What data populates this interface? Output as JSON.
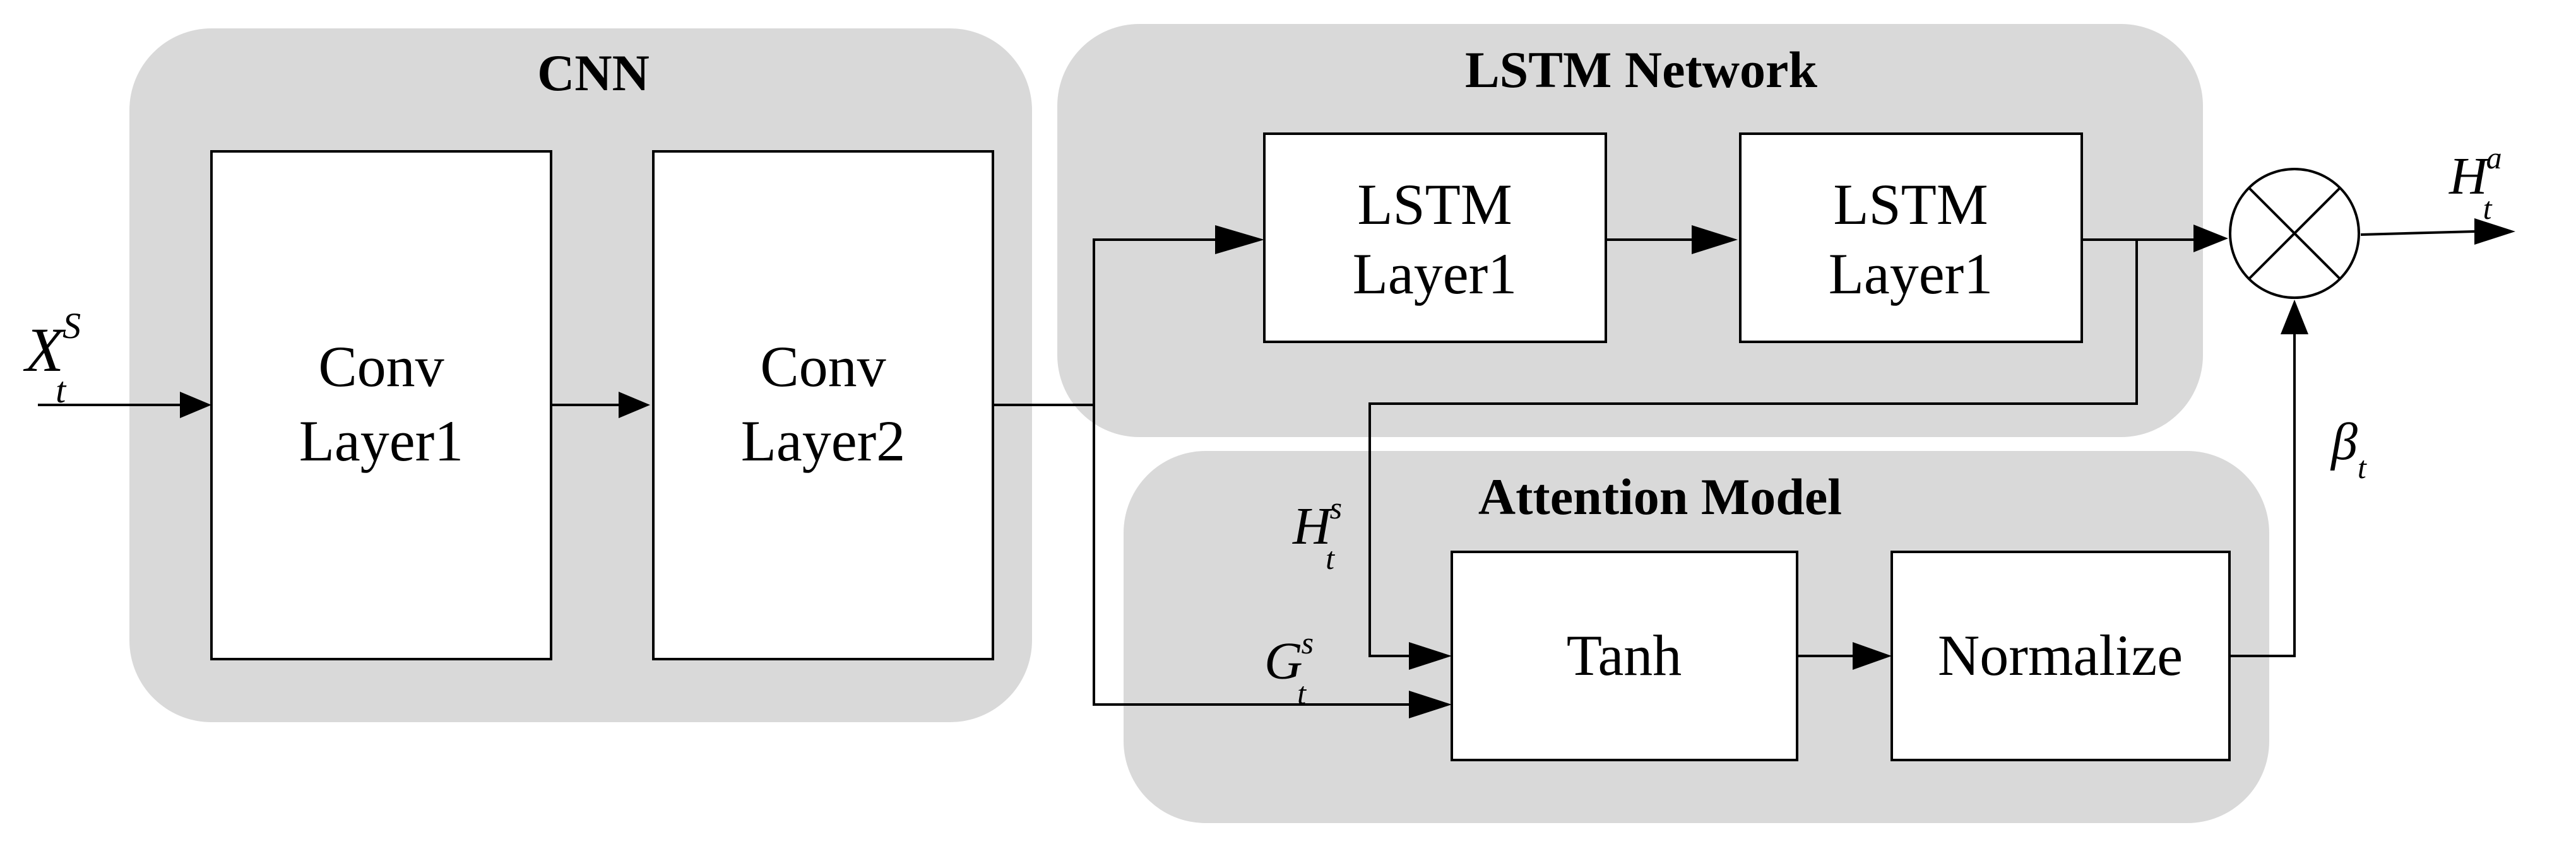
{
  "groups": {
    "cnn": "CNN",
    "lstm": "LSTM Network",
    "attention": "Attention Model"
  },
  "blocks": {
    "conv1": [
      "Conv",
      "Layer1"
    ],
    "conv2": [
      "Conv",
      "Layer2"
    ],
    "lstm1": [
      "LSTM",
      "Layer1"
    ],
    "lstm2": [
      "LSTM",
      "Layer1"
    ],
    "tanh": "Tanh",
    "normalize": "Normalize"
  },
  "symbols": {
    "input": {
      "base": "X",
      "sub": "t",
      "sup": "S"
    },
    "output": {
      "base": "H",
      "sub": "t",
      "sup": "a"
    },
    "lstm_feature": {
      "base": "H",
      "sub": "t",
      "sup": "s"
    },
    "cnn_feature": {
      "base": "G",
      "sub": "t",
      "sup": "s"
    },
    "weights": {
      "base": "β",
      "sub": "t"
    }
  },
  "colors": {
    "group_fill": "#d9d9d9",
    "stroke": "#000000",
    "block_fill": "#ffffff"
  }
}
